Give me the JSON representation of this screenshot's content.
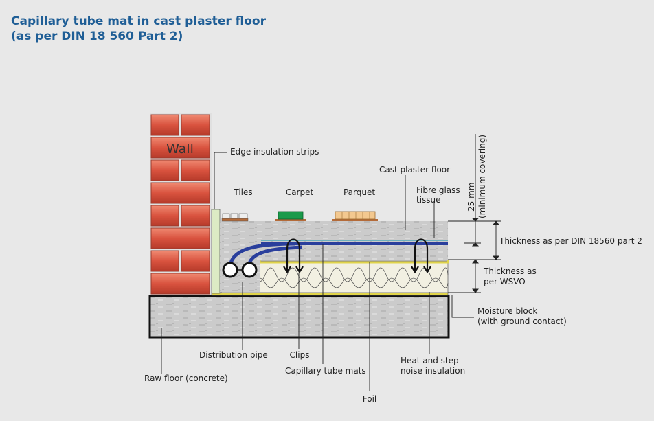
{
  "title": {
    "line1": "Capillary tube mat in cast plaster floor",
    "line2": "(as per DIN 18 560 Part 2)"
  },
  "labels": {
    "wall": "Wall",
    "edge_insulation": "Edge insulation strips",
    "tiles": "Tiles",
    "carpet": "Carpet",
    "parquet": "Parquet",
    "cast_plaster": "Cast plaster floor",
    "fibre_glass_1": "Fibre glass",
    "fibre_glass_2": "tissue",
    "min_cover_1": "25 mm",
    "min_cover_2": "(minimum covering)",
    "din_thickness": "Thickness as per DIN 18560 part 2",
    "wsvo_1": "Thickness as",
    "wsvo_2": "per WSVO",
    "moisture_1": "Moisture block",
    "moisture_2": "(with ground contact)",
    "distribution_pipe": "Distribution pipe",
    "clips": "Clips",
    "capillary_mats": "Capillary tube mats",
    "heat_insulation_1": "Heat and step",
    "heat_insulation_2": "noise insulation",
    "raw_floor": "Raw floor (concrete)",
    "foil": "Foil"
  },
  "colors": {
    "title": "#1f5e96",
    "brick": "#d9533f",
    "concrete": "#c9c9c9",
    "plaster": "#cfcfcf",
    "insulation": "#f2f0e2",
    "edge_strip": "#dcebc4",
    "carpet": "#1a9a4a",
    "parquet": "#f3c88f",
    "tube": "#2a3f9c",
    "moisture": "#e0d44a"
  }
}
